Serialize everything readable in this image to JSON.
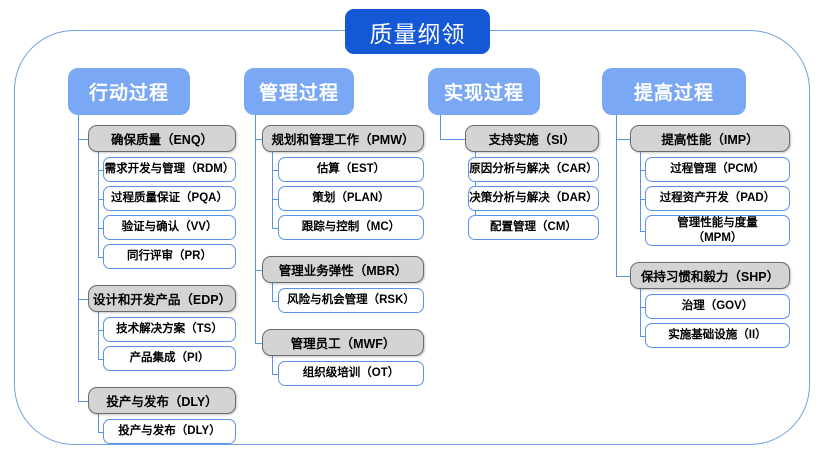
{
  "diagram": {
    "root": {
      "label": "质量纲领"
    },
    "columns": [
      {
        "header": "行动过程",
        "groups": [
          {
            "label": "确保质量（ENQ）",
            "children": [
              "需求开发与管理（RDM）",
              "过程质量保证（PQA）",
              "验证与确认（VV）",
              "同行评审（PR）"
            ]
          },
          {
            "label": "设计和开发产品（EDP）",
            "children": [
              "技术解决方案（TS）",
              "产品集成（PI）"
            ]
          },
          {
            "label": "投产与发布（DLY）",
            "children": [
              "投产与发布（DLY）"
            ]
          }
        ]
      },
      {
        "header": "管理过程",
        "groups": [
          {
            "label": "规划和管理工作（PMW）",
            "children": [
              "估算（EST）",
              "策划（PLAN）",
              "跟踪与控制（MC）"
            ]
          },
          {
            "label": "管理业务弹性（MBR）",
            "children": [
              "风险与机会管理（RSK）"
            ]
          },
          {
            "label": "管理员工（MWF）",
            "children": [
              "组织级培训（OT）"
            ]
          }
        ]
      },
      {
        "header": "实现过程",
        "groups": [
          {
            "label": "支持实施（SI）",
            "children": [
              "原因分析与解决（CAR）",
              "决策分析与解决（DAR）",
              "配置管理（CM）"
            ]
          }
        ]
      },
      {
        "header": "提高过程",
        "groups": [
          {
            "label": "提高性能（IMP）",
            "children": [
              "过程管理（PCM）",
              "过程资产开发（PAD）",
              "管理性能与度量\n（MPM）"
            ]
          },
          {
            "label": "保持习惯和毅力（SHP）",
            "children": [
              "治理（GOV）",
              "实施基础设施（II）"
            ]
          }
        ]
      }
    ]
  },
  "colors": {
    "root_bg": "#1558d6",
    "column_header_bg": "#7aa8f5",
    "group_bg": "#d4d4d4",
    "group_border": "#6b6b6b",
    "leaf_border": "#5b92e8",
    "connector": "#5b92e8",
    "frame_border": "#6f9fe0"
  }
}
